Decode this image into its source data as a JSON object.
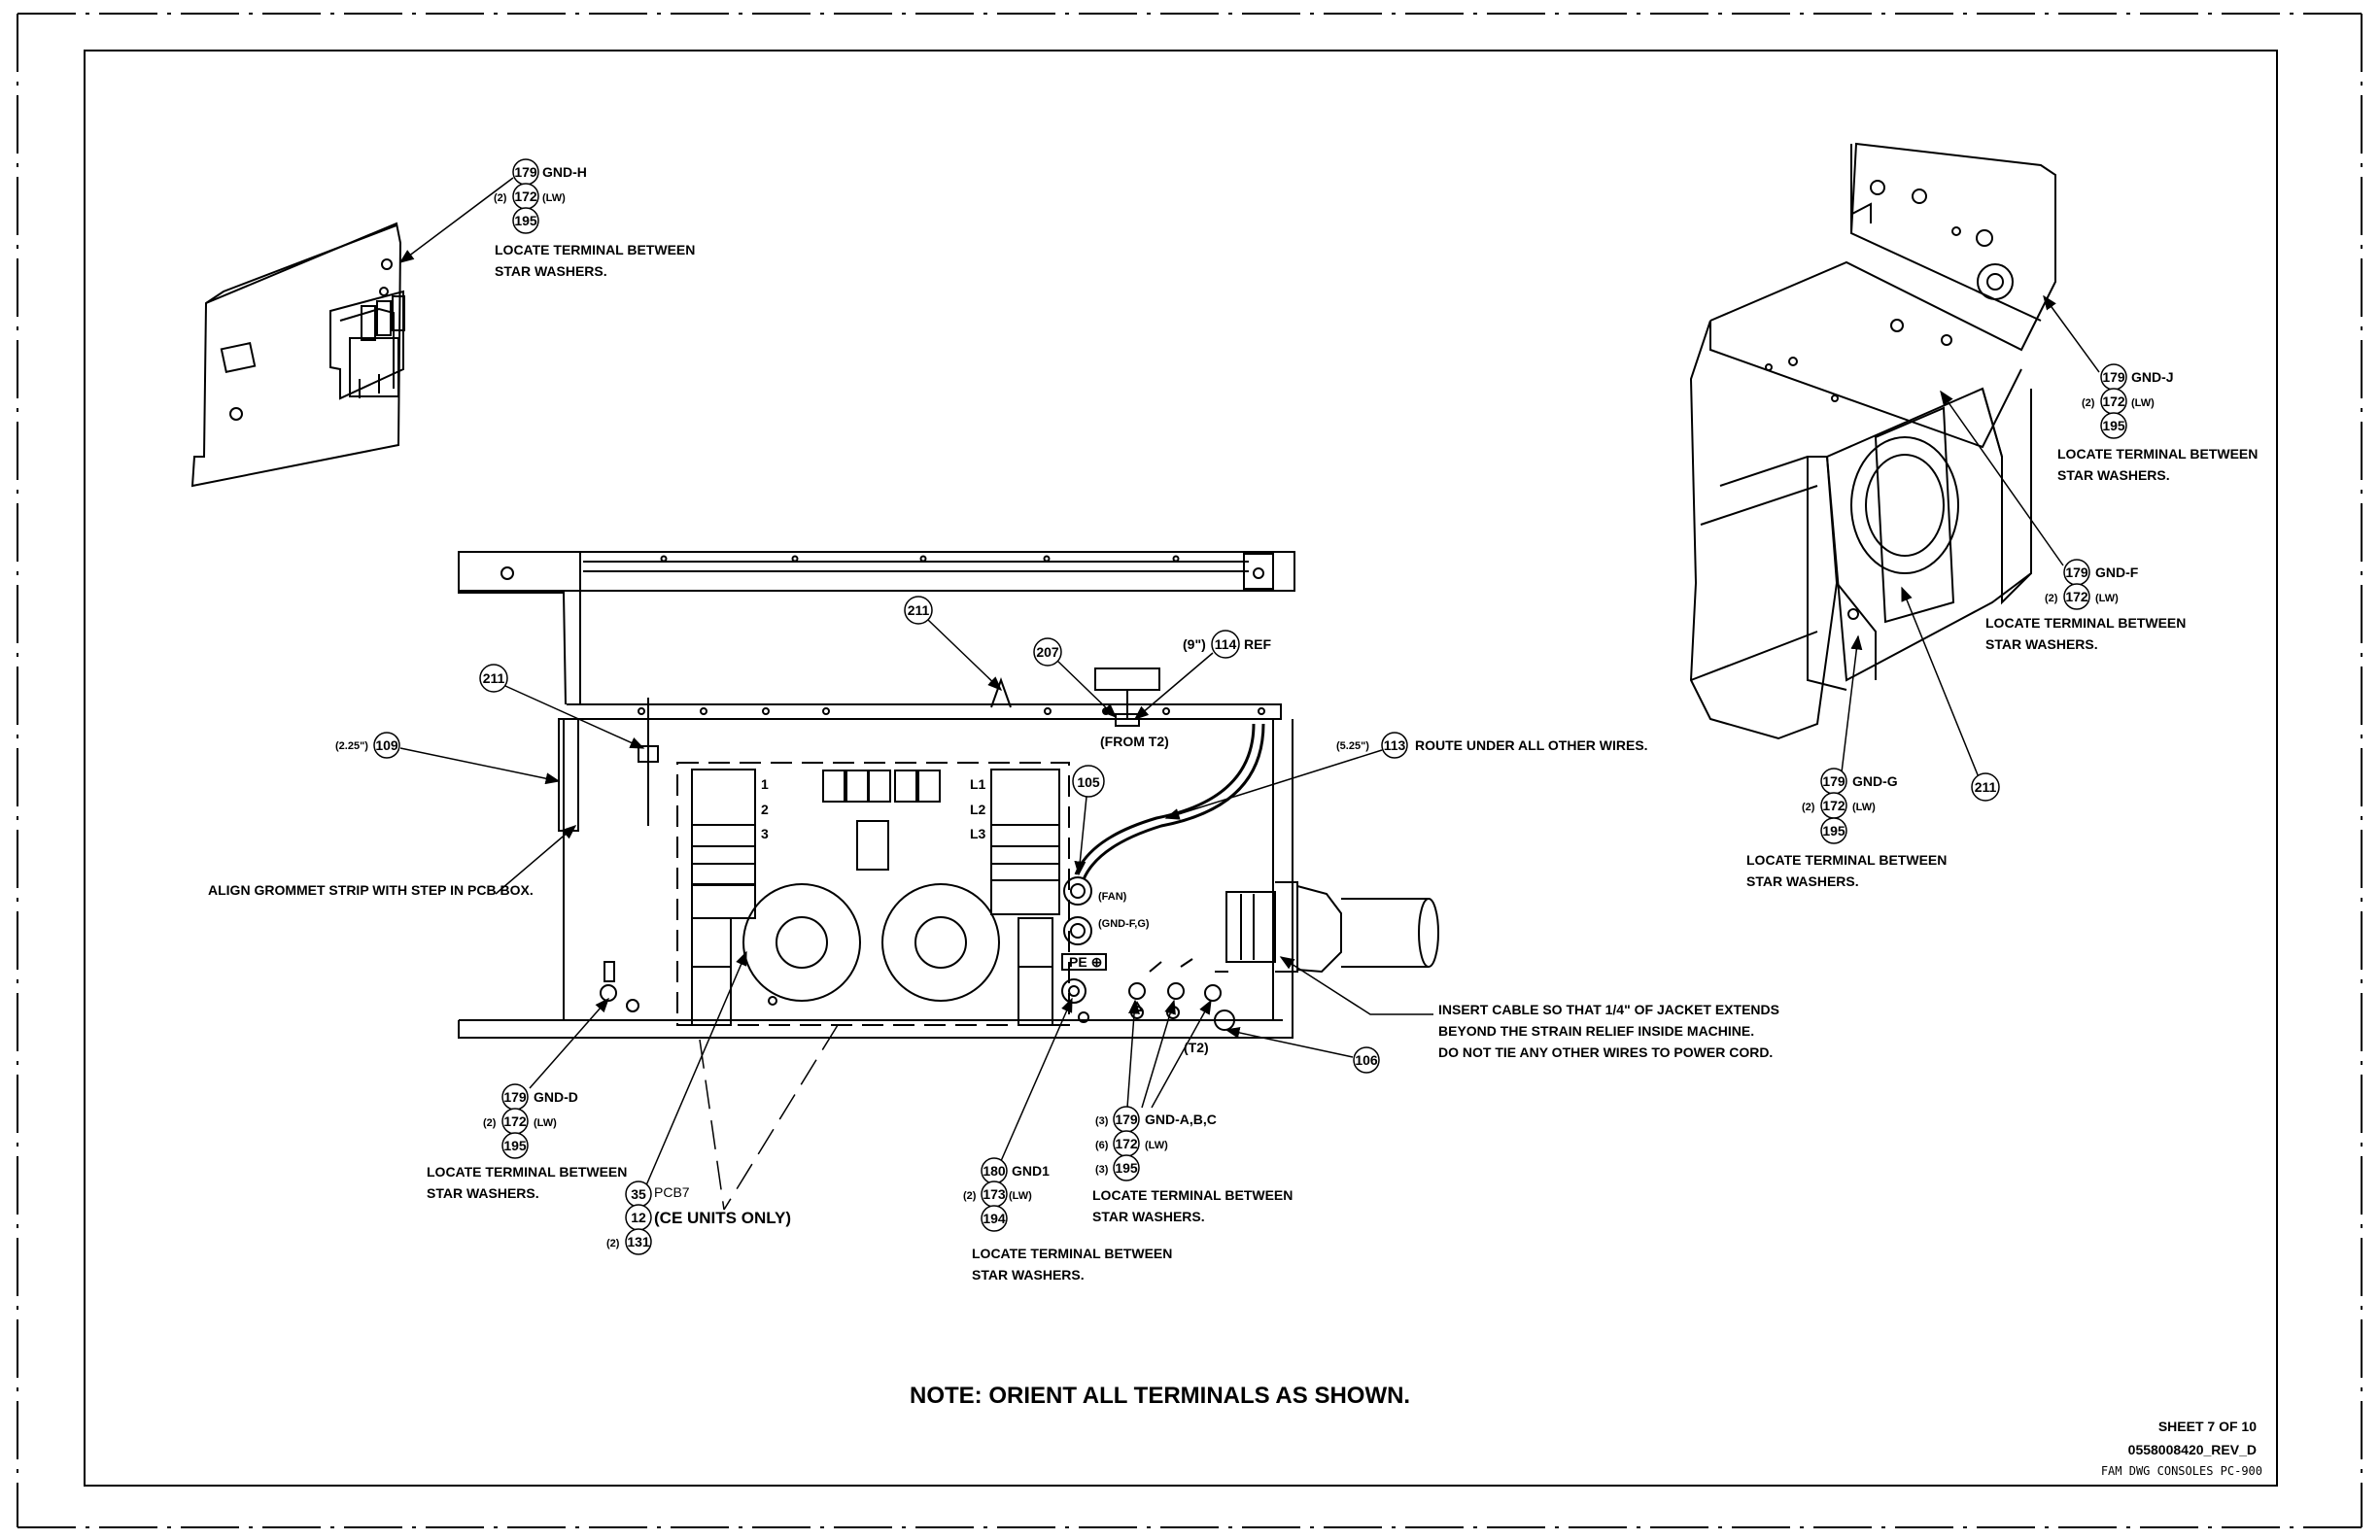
{
  "top_left_callout": {
    "balloons": [
      "179",
      "172",
      "195"
    ],
    "gnd": "GND-H",
    "qty": "(2)",
    "lw": "(LW)",
    "line1": "LOCATE TERMINAL BETWEEN",
    "line2": "STAR WASHERS."
  },
  "right_view": {
    "gnd_j": {
      "balloons": [
        "179",
        "172",
        "195"
      ],
      "gnd": "GND-J",
      "qty": "(2)",
      "lw": "(LW)",
      "line1": "LOCATE TERMINAL BETWEEN",
      "line2": "STAR WASHERS."
    },
    "gnd_f": {
      "balloons": [
        "179",
        "172"
      ],
      "gnd": "GND-F",
      "qty": "(2)",
      "lw": "(LW)",
      "line1": "LOCATE TERMINAL BETWEEN",
      "line2": "STAR WASHERS."
    },
    "gnd_g": {
      "balloons": [
        "179",
        "172",
        "195"
      ],
      "gnd": "GND-G",
      "qty": "(2)",
      "lw": "(LW)",
      "line1": "LOCATE TERMINAL BETWEEN",
      "line2": "STAR WASHERS."
    },
    "balloon_211": "211"
  },
  "main_view": {
    "b211_top": "211",
    "b211_left": "211",
    "b207": "207",
    "ref9_prefix": "(9\")",
    "b114": "114",
    "ref_label": "REF",
    "from_t2": "(FROM T2)",
    "len225_prefix": "(2.25\")",
    "b109": "109",
    "len525_prefix": "(5.25\")",
    "b113": "113",
    "route_label": "ROUTE UNDER ALL OTHER WIRES.",
    "b105": "105",
    "align_label": "ALIGN GROMMET STRIP WITH STEP IN PCB BOX.",
    "pcb_labels_left": [
      "1",
      "2",
      "3"
    ],
    "pcb_labels_right": [
      "L1",
      "L2",
      "L3"
    ],
    "fan_label": "(FAN)",
    "gndfg_label": "(GND-F,G)",
    "pe_label": "PE ⊕",
    "t2_label": "(T2)",
    "b106": "106",
    "insert_lines": [
      "INSERT CABLE SO THAT 1/4\" OF JACKET EXTENDS",
      "BEYOND THE STRAIN RELIEF INSIDE MACHINE.",
      "DO NOT TIE ANY OTHER WIRES TO POWER CORD."
    ],
    "gnd_d": {
      "balloons": [
        "179",
        "172",
        "195"
      ],
      "gnd": "GND-D",
      "qty": "(2)",
      "lw": "(LW)",
      "line1": "LOCATE TERMINAL BETWEEN",
      "line2": "STAR WASHERS."
    },
    "pcb7": {
      "b35": "35",
      "pcb": "PCB7",
      "b12": "12",
      "ce": "(CE UNITS ONLY)",
      "qty": "(2)",
      "b131": "131"
    },
    "gnd1": {
      "b180": "180",
      "gnd": "GND1",
      "qty": "(2)",
      "b173": "173",
      "lw": "(LW)",
      "b194": "194",
      "line1": "LOCATE TERMINAL BETWEEN",
      "line2": "STAR WASHERS."
    },
    "gnd_abc": {
      "q1": "(3)",
      "b179": "179",
      "gnd": "GND-A,B,C",
      "q2": "(6)",
      "b172": "172",
      "lw": "(LW)",
      "q3": "(3)",
      "b195": "195",
      "line1": "LOCATE TERMINAL BETWEEN",
      "line2": "STAR WASHERS."
    }
  },
  "note": "NOTE:  ORIENT ALL TERMINALS AS SHOWN.",
  "title_block": {
    "sheet": "SHEET 7 OF 10",
    "dwg": "0558008420_REV_D",
    "family": "FAM DWG CONSOLES PC-900"
  }
}
